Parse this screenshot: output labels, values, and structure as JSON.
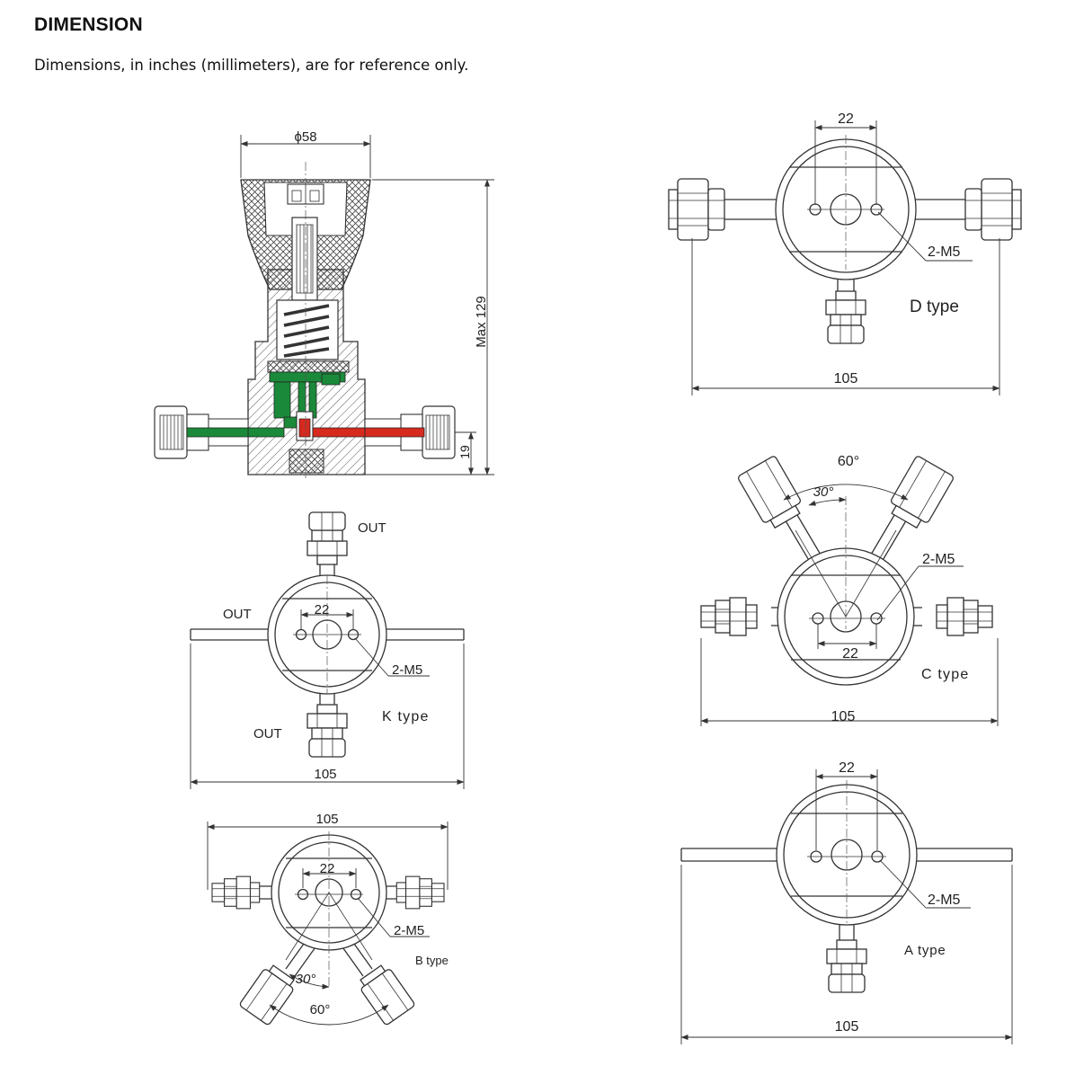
{
  "header": {
    "title": "DIMENSION",
    "note": "Dimensions, in inches (millimeters), are for reference only."
  },
  "section_view": {
    "dia": "ϕ58",
    "height": "Max 129",
    "port_height": "19"
  },
  "d_type": {
    "name": "D type",
    "dim_top": "22",
    "dim_bottom": "105",
    "thread": "2-M5"
  },
  "c_type": {
    "name": "C type",
    "angle_outer": "60°",
    "angle_inner": "30°",
    "thread": "2-M5",
    "dim_inner": "22",
    "dim_bottom": "105"
  },
  "k_type": {
    "name": "K type",
    "dim_inner": "22",
    "thread": "2-M5",
    "dim_bottom": "105",
    "out_top": "OUT",
    "out_left": "OUT",
    "out_bottom": "OUT"
  },
  "b_type": {
    "name": "B type",
    "dim_top": "105",
    "dim_inner": "22",
    "thread": "2-M5",
    "angle_inner": "30°",
    "angle_outer": "60°"
  },
  "a_type": {
    "name": "A type",
    "dim_top": "22",
    "thread": "2-M5",
    "dim_bottom": "105"
  },
  "colors": {
    "inlet_path": "#1a8a3a",
    "outlet_path": "#d62a1e",
    "line": "#333333"
  }
}
